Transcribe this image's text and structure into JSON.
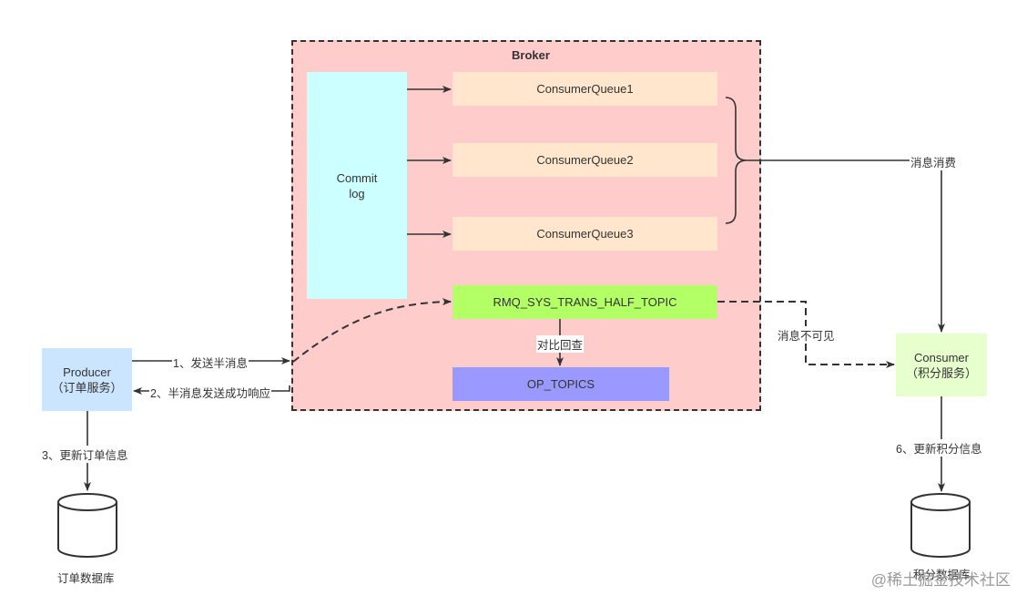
{
  "broker": {
    "title": "Broker"
  },
  "commit_log": {
    "line1": "Commit",
    "line2": "log"
  },
  "queues": [
    "ConsumerQueue1",
    "ConsumerQueue2",
    "ConsumerQueue3"
  ],
  "half_topic": "RMQ_SYS_TRANS_HALF_TOPIC",
  "op_topics": "OP_TOPICS",
  "producer": {
    "line1": "Producer",
    "line2": "（订单服务）"
  },
  "consumer": {
    "line1": "Consumer",
    "line2": "（积分服务）"
  },
  "labels": {
    "step1": "1、发送半消息",
    "step2": "2、半消息发送成功响应",
    "step3": "3、更新订单信息",
    "step6": "6、更新积分信息",
    "compare": "对比回查",
    "consume": "消息消费",
    "invisible": "消息不可见"
  },
  "databases": {
    "order": "订单数据库",
    "points": "积分数据库"
  },
  "watermark": "@稀土掘金技术社区",
  "colors": {
    "broker_bg": "#ffcccc",
    "commit_log_bg": "#ccffff",
    "queue_bg": "#ffe6cc",
    "half_topic_bg": "#b3ff66",
    "op_topics_bg": "#9999ff",
    "producer_bg": "#cce5ff",
    "consumer_bg": "#e6ffcc"
  }
}
